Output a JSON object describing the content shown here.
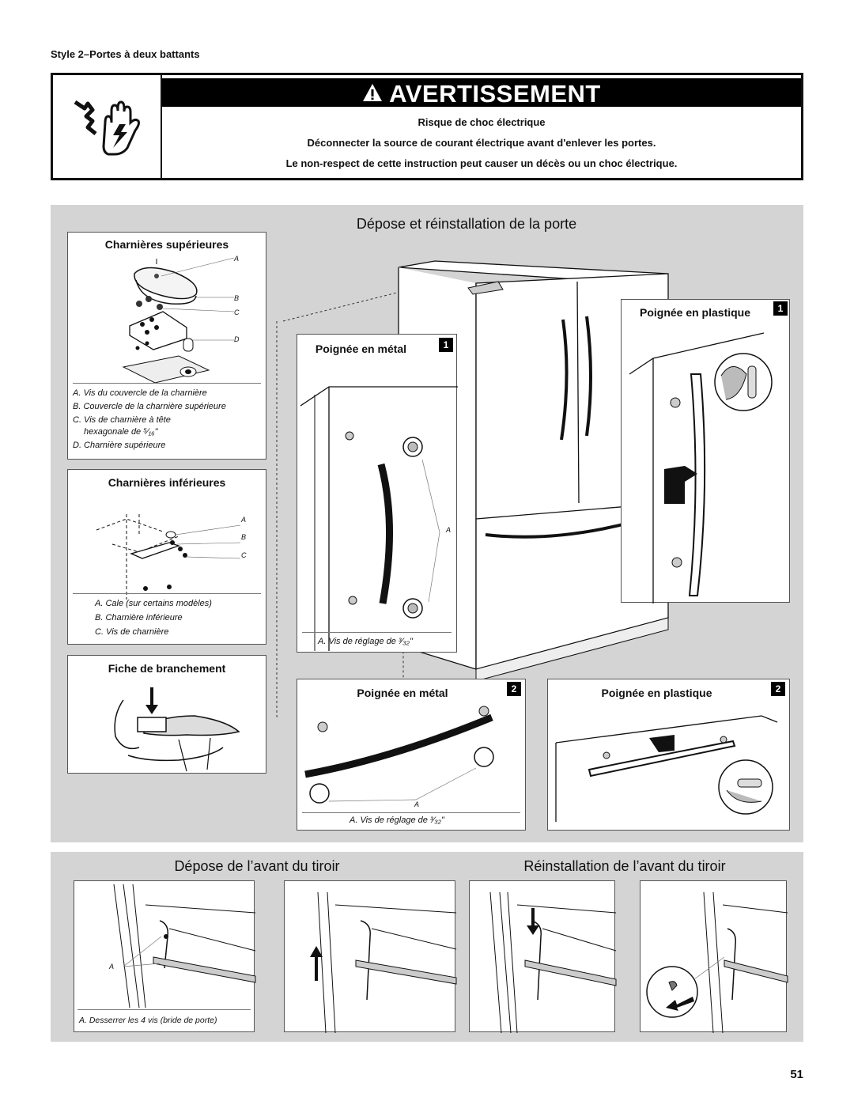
{
  "style_title": "Style 2–Portes à deux battants",
  "warning": {
    "header": "AVERTISSEMENT",
    "line1": "Risque de choc électrique",
    "line2": "Déconnecter la source de courant électrique avant d'enlever les portes.",
    "line3": "Le non-respect de cette instruction peut causer un décès ou un choc électrique."
  },
  "door_section": {
    "title": "Dépose et réinstallation de la porte",
    "top_hinges": {
      "title": "Charnières supérieures",
      "labels": [
        "A",
        "B",
        "C",
        "D"
      ],
      "captions": [
        "A. Vis du couvercle de la charnière",
        "B. Couvercle de la charnière supérieure",
        "C. Vis de charnière à tête",
        "hexagonale de ⁵⁄₁₆\"",
        "D. Charnière supérieure"
      ]
    },
    "bottom_hinges": {
      "title": "Charnières inférieures",
      "labels": [
        "A",
        "B",
        "C"
      ],
      "captions": [
        "A. Cale (sur certains modèles)",
        "B. Charnière inférieure",
        "C. Vis de charnière"
      ]
    },
    "plug": {
      "title": "Fiche de branchement"
    },
    "metal_handle_1": {
      "title": "Poignée en métal",
      "step": "1",
      "label": "A",
      "caption": "A. Vis de réglage de ³⁄₃₂\""
    },
    "plastic_handle_1": {
      "title": "Poignée en plastique",
      "step": "1"
    },
    "metal_handle_2": {
      "title": "Poignée en métal",
      "step": "2",
      "label": "A",
      "caption": "A. Vis de réglage de ³⁄₃₂\""
    },
    "plastic_handle_2": {
      "title": "Poignée en plastique",
      "step": "2"
    }
  },
  "drawer_section": {
    "remove_title": "Dépose de l’avant du tiroir",
    "reinstall_title": "Réinstallation de l’avant du tiroir",
    "panel1_label": "A",
    "panel1_caption": "A. Desserrer les 4 vis (bride de porte)"
  },
  "page_number": "51"
}
